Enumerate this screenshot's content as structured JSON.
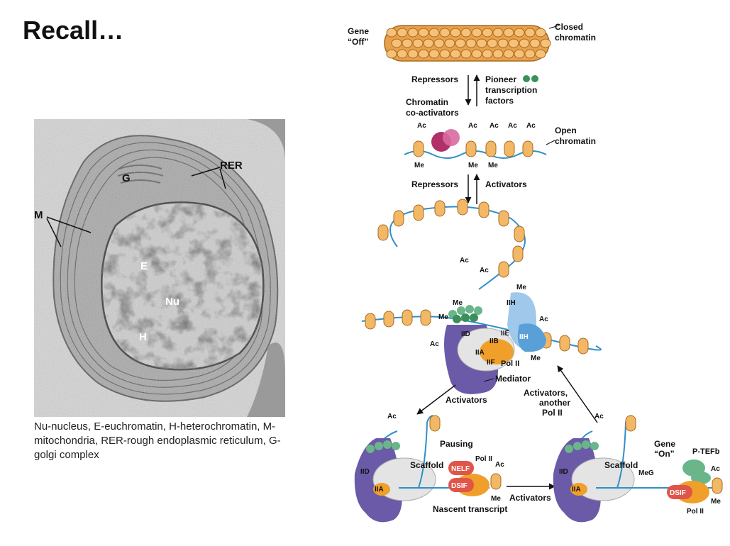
{
  "slide": {
    "title": "Recall…"
  },
  "micrograph": {
    "labels": {
      "rer": "RER",
      "g": "G",
      "m": "M",
      "e": "E",
      "nu": "Nu",
      "h": "H"
    }
  },
  "caption": "Nu-nucleus, E-euchromatin, H-heterochromatin, M-mitochondria, RER-rough endoplasmic reticulum, G-golgi complex",
  "diagram": {
    "gene_off": [
      "Gene",
      "“Off”"
    ],
    "closed_chromatin": [
      "Closed",
      "chromatin"
    ],
    "repressors_1": "Repressors",
    "pioneer": [
      "Pioneer",
      "transcription",
      "factors"
    ],
    "coactivators": [
      "Chromatin",
      "co-activators"
    ],
    "open_chromatin": [
      "Open",
      "chromatin"
    ],
    "ac": "Ac",
    "me": "Me",
    "meg": "MeG",
    "repressors_2": "Repressors",
    "activators_1": "Activators",
    "iih": "IIH",
    "iid": "IID",
    "iib": "IIB",
    "iie": "IIE",
    "iia": "IIA",
    "iif": "IIF",
    "pol2": "Pol II",
    "mediator": "Mediator",
    "activators_2": "Activators",
    "activators_another": [
      "Activators,",
      "another",
      "Pol II"
    ],
    "pausing": "Pausing",
    "scaffold": "Scaffold",
    "nelf": "NELF",
    "dsif": "DSIF",
    "nascent": "Nascent transcript",
    "activators_3": "Activators",
    "gene_on": [
      "Gene",
      "“On”"
    ],
    "ptefb": "P-TEFb"
  },
  "colors": {
    "nucleosome": "#f2b866",
    "dna": "#2f8fc8",
    "mediator": "#6b5aa8",
    "polII": "#f0a02a",
    "iih": "#5aa0d8",
    "coactivator": "#b0306a",
    "nelf": "#e0554a",
    "ptefb": "#6ab58a"
  }
}
